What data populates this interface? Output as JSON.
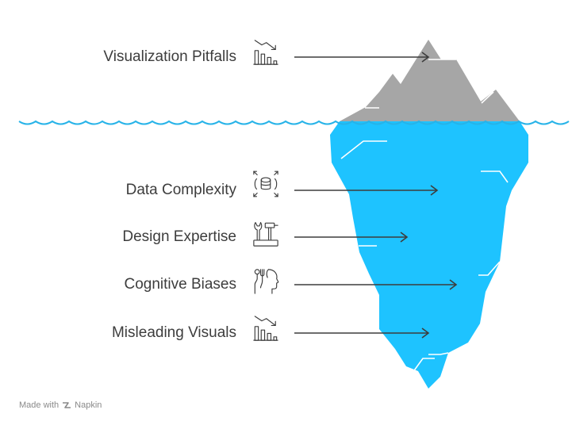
{
  "title_item": {
    "label": "Visualization Pitfalls",
    "icon": "chart-decline-icon"
  },
  "items": [
    {
      "label": "Data Complexity",
      "icon": "database-expand-icon"
    },
    {
      "label": "Design Expertise",
      "icon": "tools-icon"
    },
    {
      "label": "Cognitive Biases",
      "icon": "brain-head-icon"
    },
    {
      "label": "Misleading Visuals",
      "icon": "chart-decline-icon"
    }
  ],
  "credit": {
    "prefix": "Made with",
    "brand": "Napkin"
  },
  "colors": {
    "tip": "#a6a6a6",
    "underwater": "#1ec3ff",
    "water_line": "#27b3e8",
    "arrow": "#3d3d3d",
    "text": "#3d3d3d"
  }
}
